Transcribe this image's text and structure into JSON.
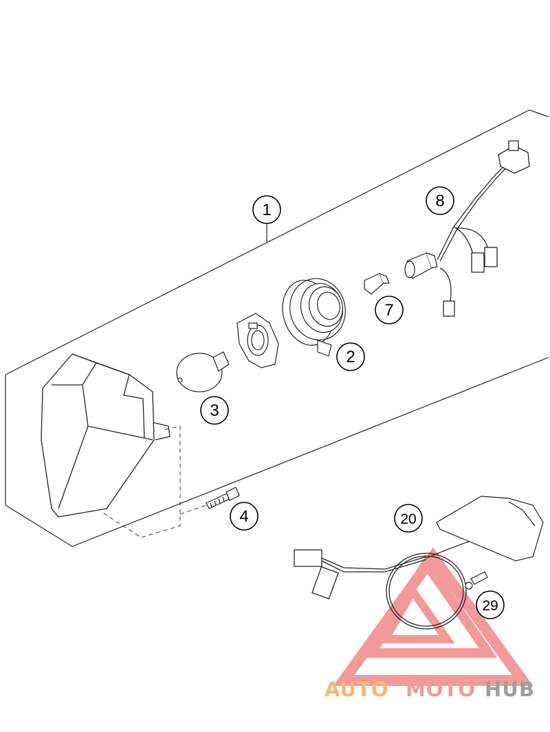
{
  "callouts": {
    "c1": "1",
    "c2": "2",
    "c3": "3",
    "c4": "4",
    "c7": "7",
    "c8": "8",
    "c20": "20",
    "c29": "29"
  },
  "watermark": {
    "part1": "AUTO",
    "part2": "MOTO",
    "part3": "HUB",
    "colors": {
      "auto": "#f7b77a",
      "moto": "#ef9a9a",
      "hub": "#9e9e9e",
      "logo": "#f08080"
    }
  },
  "icons": [
    "headlight-mask-icon",
    "bulb-icon",
    "bulb-holder-icon",
    "rubber-cap-icon",
    "small-bulb-icon",
    "socket-icon",
    "wiring-harness-icon",
    "screw-icon",
    "cable-harness-icon",
    "cover-plate-icon"
  ]
}
